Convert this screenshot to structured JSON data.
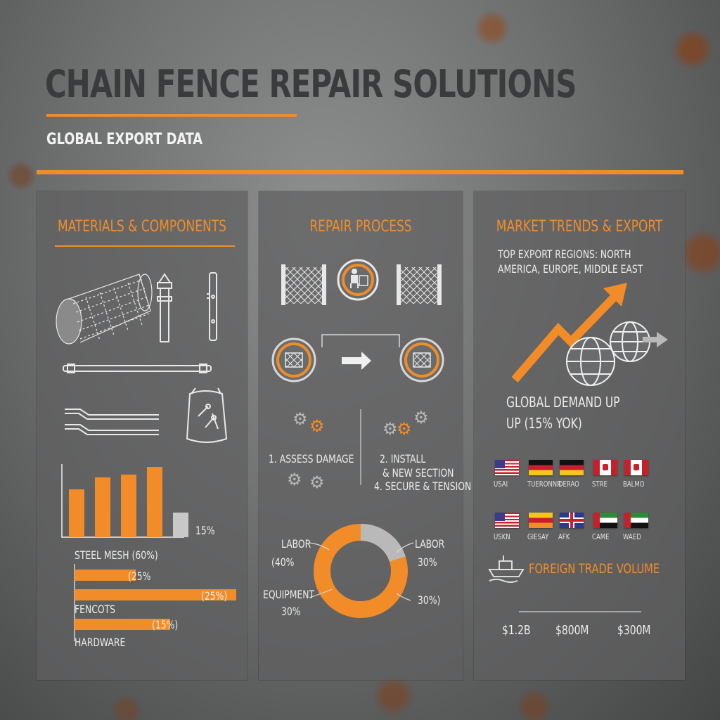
{
  "header": {
    "title": "CHAIN FENCE REPAIR SOLUTIONS",
    "subtitle": "GLOBAL EXPORT DATA"
  },
  "colors": {
    "accent": "#f28c28",
    "panel": "#5f6061",
    "text": "#ececec"
  },
  "materials": {
    "title": "MATERIALS & COMPONENTS",
    "icons": [
      "mesh-roll-icon",
      "fence-post-icon",
      "post-bracket-icon",
      "top-rail-icon",
      "tension-wire-icon",
      "hardware-bag-icon"
    ],
    "bar_chart_pct_label": "15%",
    "bar_chart_values": [
      0.68,
      0.85,
      0.89,
      1.0,
      0.35
    ],
    "breakdown": [
      {
        "label": "STEEL MESH (60%)",
        "pct": ""
      },
      {
        "label": "",
        "pct": "(25%"
      },
      {
        "label": "",
        "pct": "(25%)"
      },
      {
        "label": "FENCOTS",
        "pct": ""
      },
      {
        "label": "",
        "pct": "(15%)"
      },
      {
        "label": "HARDWARE",
        "pct": ""
      }
    ],
    "breakdown_bar_fractions": [
      0.38,
      1.0,
      0.59
    ]
  },
  "repair": {
    "title": "REPAIR PROCESS",
    "icons": [
      "damaged-fence-icon",
      "worker-icon",
      "new-fence-icon",
      "old-section-icon",
      "arrow-right-icon",
      "new-section-icon",
      "gears-icon"
    ],
    "step1": "1. ASSESS DAMAGE",
    "step2a": "2. INSTALL",
    "step2b": "& NEW SECTION",
    "step4": "4. SECURE & TENSION",
    "donut": {
      "labels": [
        {
          "name": "LABOR",
          "value": "(40%"
        },
        {
          "name": "LABOR",
          "value": "30%"
        },
        {
          "name": "EQUIPMENT",
          "value": "30%"
        },
        {
          "name": "",
          "value": "30%)"
        }
      ],
      "grey_fraction": 0.2
    }
  },
  "market": {
    "title": "MARKET TRENDS & EXPORT",
    "regions_line1": "TOP EXPORT REGIONS: NORTH",
    "regions_line2": "AMERICA, EUROPE, MIDDLE EAST",
    "demand_line1": "GLOBAL DEMAND UP",
    "demand_line2": "UP (15% YOK)",
    "flags_row1": [
      {
        "flag": "us",
        "label": "USAI"
      },
      {
        "flag": "de",
        "label": "TUERONNR"
      },
      {
        "flag": "de",
        "label": "DERAO"
      },
      {
        "flag": "ca",
        "label": "STRE"
      },
      {
        "flag": "ca",
        "label": "BALMO"
      }
    ],
    "flags_row2": [
      {
        "flag": "us",
        "label": "USKN"
      },
      {
        "flag": "ch",
        "label": "GIESAY"
      },
      {
        "flag": "uk",
        "label": "AFK"
      },
      {
        "flag": "ae",
        "label": "CAME"
      },
      {
        "flag": "ae",
        "label": "WAED"
      }
    ],
    "trade_title": "FOREIGN TRADE VOLUME",
    "trade_values": [
      "$1.2B",
      "$800M",
      "$300M"
    ]
  }
}
